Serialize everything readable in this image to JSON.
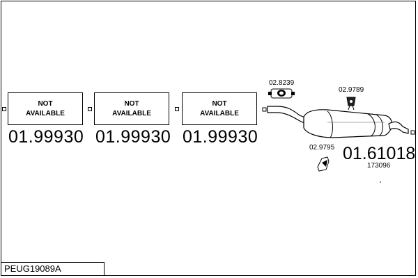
{
  "diagram": {
    "model_code": "PEUG19089A",
    "unavailable_parts": [
      {
        "line1": "NOT",
        "line2": "AVAILABLE",
        "part_number": "01.99930"
      },
      {
        "line1": "NOT",
        "line2": "AVAILABLE",
        "part_number": "01.99930"
      },
      {
        "line1": "NOT",
        "line2": "AVAILABLE",
        "part_number": "01.99930"
      }
    ],
    "accessories": {
      "clamp": "02.8239",
      "hanger_top": "02.9789",
      "bracket_bottom": "02.9795"
    },
    "rear_silencer": {
      "part_number": "01.61018",
      "reference": "173096"
    }
  }
}
